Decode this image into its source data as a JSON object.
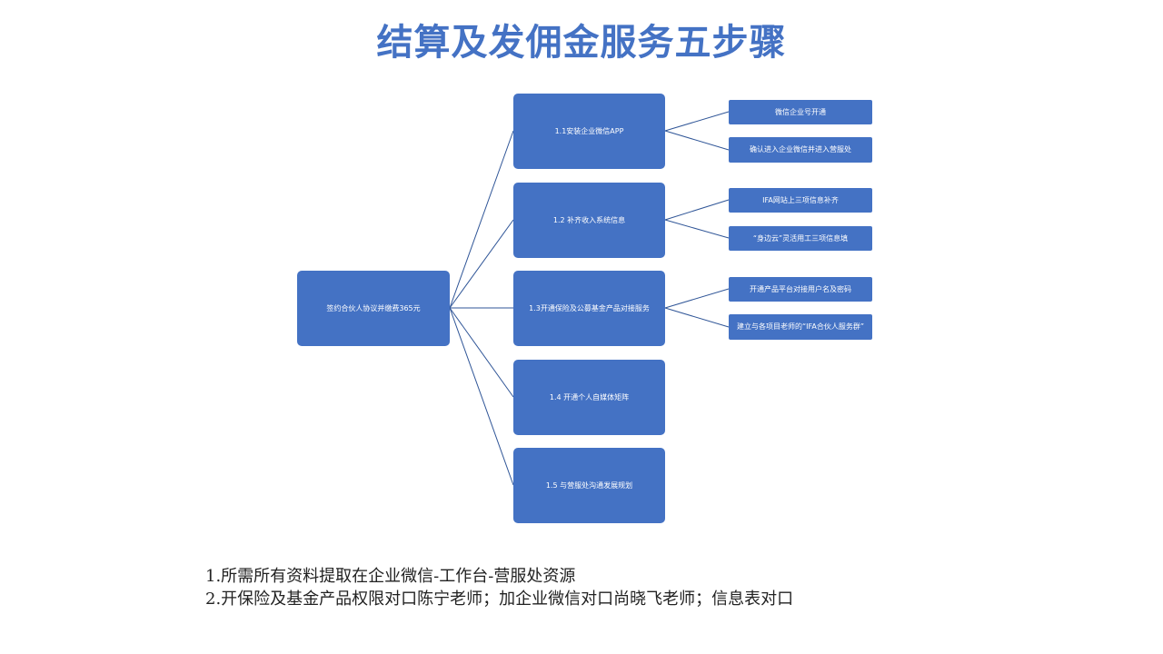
{
  "title": "结算及发佣金服务五步骤",
  "root": {
    "label": "签约合伙人协议并缴费365元"
  },
  "steps": [
    {
      "label": "1.1安装企业微信APP"
    },
    {
      "label": "1.2 补齐收入系统信息"
    },
    {
      "label": "1.3开通保险及公募基金产品对接服务"
    },
    {
      "label": "1.4 开通个人自媒体矩阵"
    },
    {
      "label": "1.5 与营服处沟通发展规划"
    }
  ],
  "substeps": [
    {
      "label": "微信企业号开通"
    },
    {
      "label": "确认进入企业微信并进入营服处"
    },
    {
      "label": "IFA网站上三项信息补齐"
    },
    {
      "label": "“身边云”灵活用工三项信息填"
    },
    {
      "label": "开通产品平台对接用户名及密码"
    },
    {
      "label": "建立与各项目老师的“IFA合伙人服务群”"
    }
  ],
  "notes": [
    "1.所需所有资料提取在企业微信-工作台-营服处资源",
    "2.开保险及基金产品权限对口陈宁老师；加企业微信对口尚晓飞老师；信息表对口"
  ],
  "colors": {
    "accent": "#4472c4",
    "line": "#2f5597"
  }
}
